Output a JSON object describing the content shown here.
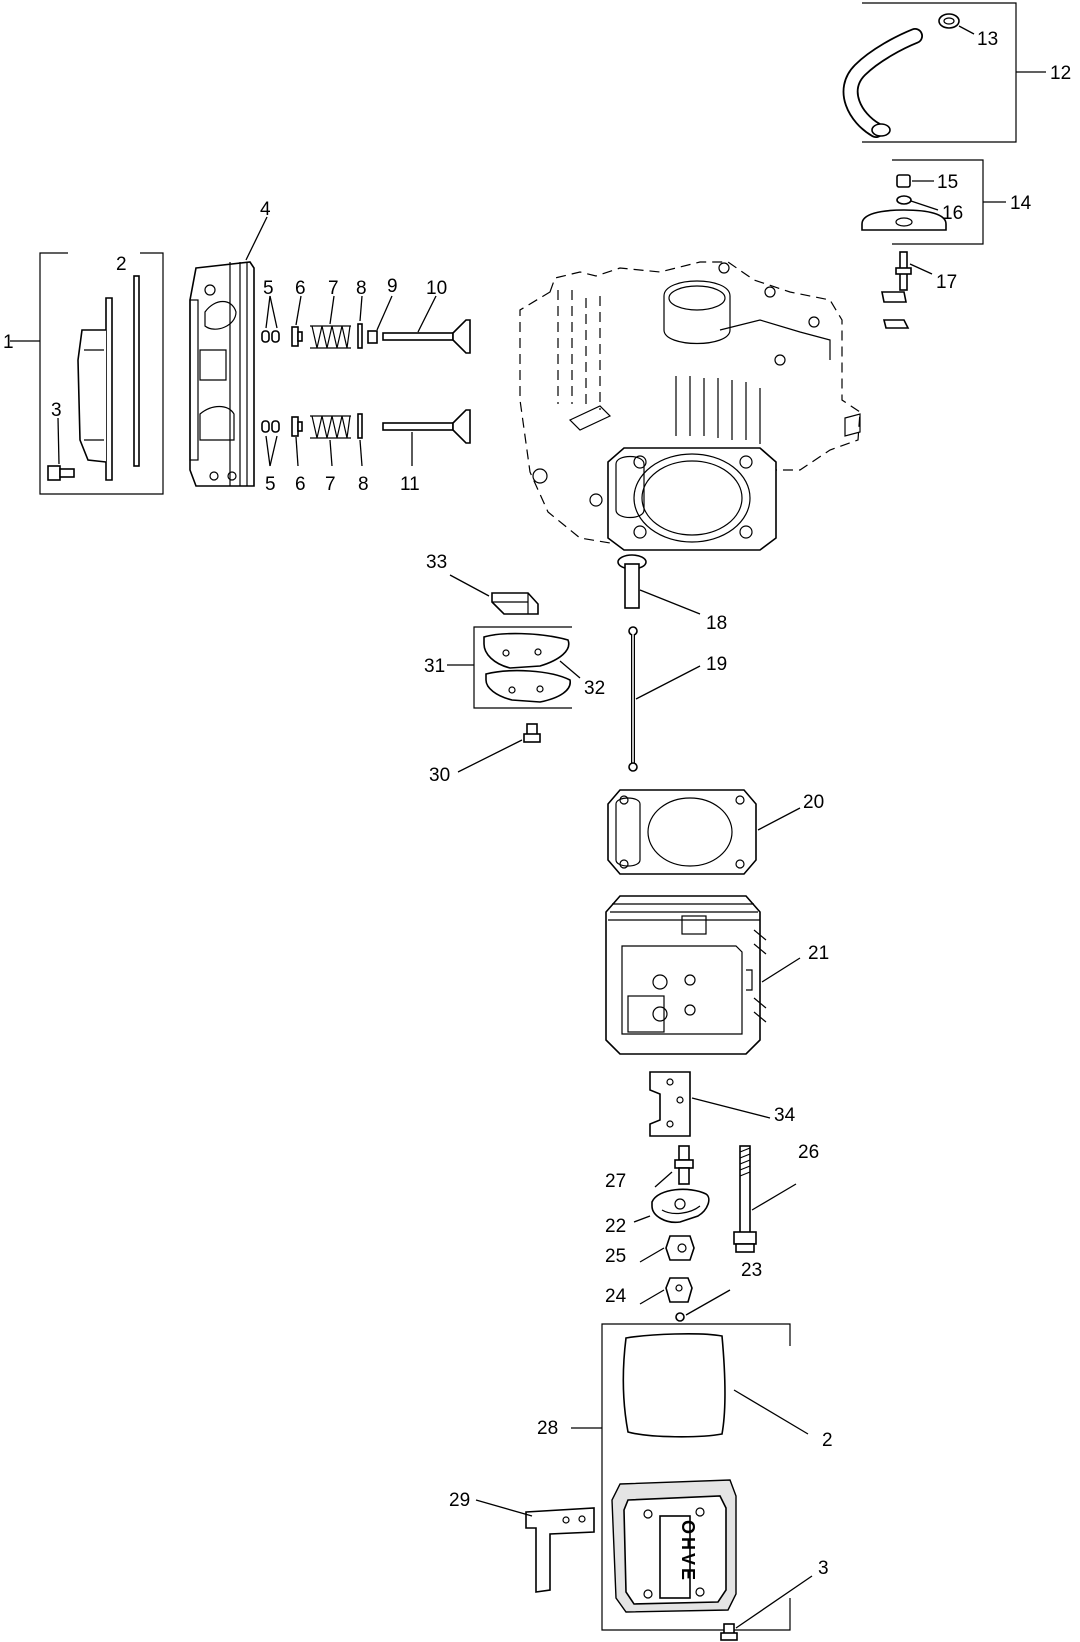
{
  "callouts": [
    "1",
    "2",
    "3",
    "4",
    "5",
    "6",
    "7",
    "8",
    "9",
    "10",
    "11",
    "12",
    "13",
    "14",
    "15",
    "16",
    "17",
    "18",
    "19",
    "20",
    "21",
    "22",
    "23",
    "24",
    "25",
    "26",
    "27",
    "28",
    "29",
    "30",
    "31",
    "32",
    "33",
    "34"
  ],
  "cover_logo": "OHVE"
}
